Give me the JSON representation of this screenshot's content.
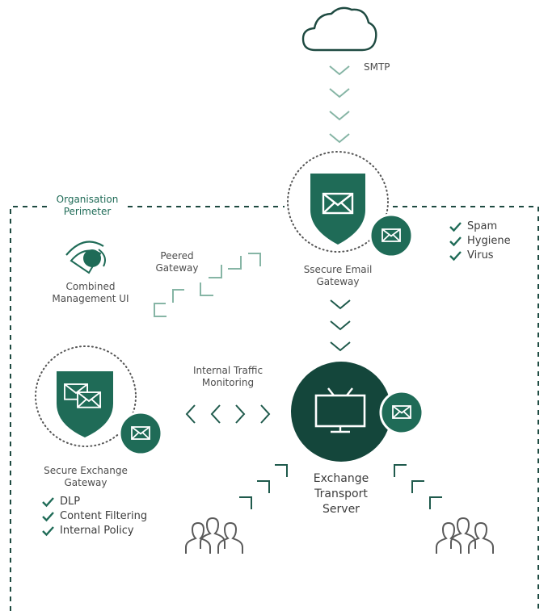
{
  "colors": {
    "primary": "#1f6b57",
    "dark": "#14463b",
    "arrow": "#1f5a4c",
    "arrow_light": "#86b5a5",
    "cloud_stroke": "#1e4a41",
    "people_stroke": "#5a5a5a",
    "dotted": "#555555",
    "perimeter": "#1e4a41"
  },
  "labels": {
    "smtp": "SMTP",
    "organisation_perimeter": "Organisation\nPerimeter",
    "peered_gateway": "Peered\nGateway",
    "combined_management_ui": "Combined\nManagement UI",
    "secure_email_gateway": "Ssecure Email\nGateway",
    "internal_traffic_monitoring": "Internal Traffic\nMonitoring",
    "secure_exchange_gateway": "Secure Exchange\nGateway",
    "exchange_transport_server": "Exchange\nTransport\nServer"
  },
  "email_gateway_checks": [
    "Spam",
    "Hygiene",
    "Virus"
  ],
  "exchange_gateway_checks": [
    "DLP",
    "Content Filtering",
    "Internal Policy"
  ],
  "icons": {
    "cloud": "cloud-icon",
    "eye": "eye-icon",
    "shield_envelope": "shield-envelope-icon",
    "shield_double_envelope": "shield-double-envelope-icon",
    "envelope": "envelope-icon",
    "monitor": "tv-monitor-icon",
    "people": "people-group-icon",
    "check": "check-icon"
  }
}
